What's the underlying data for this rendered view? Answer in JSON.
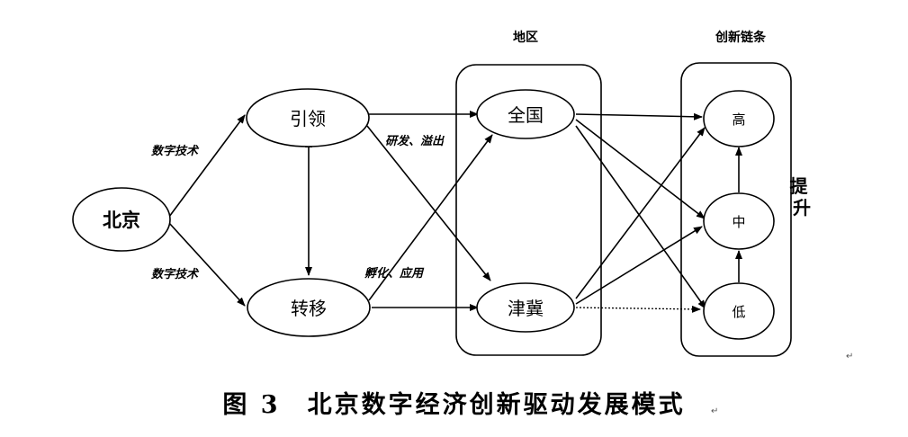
{
  "groups": {
    "region_title": "地区",
    "chain_title": "创新链条"
  },
  "nodes": {
    "beijing": "北京",
    "yinling": "引领",
    "zhuanyi": "转移",
    "quanguo": "全国",
    "jinji": "津冀",
    "gao": "高",
    "zhong": "中",
    "di": "低"
  },
  "edge_labels": {
    "tech_top": "数字技术",
    "tech_bottom": "数字技术",
    "rnd_spill": "研发、溢出",
    "incubate_apply": "孵化、应用"
  },
  "side_label": "提升",
  "caption": "图 3　北京数字经济创新驱动发展模式",
  "paragraph_marks": [
    "↵",
    "↵"
  ]
}
